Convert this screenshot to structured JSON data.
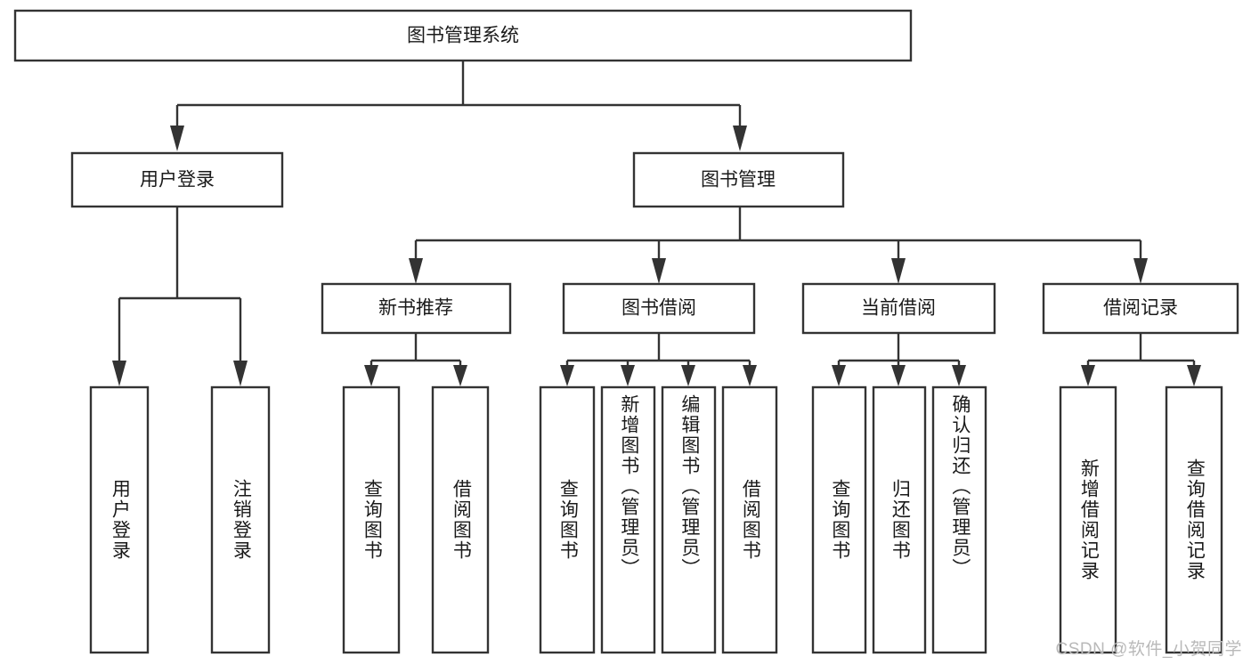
{
  "diagram": {
    "title": "图书管理系统",
    "type": "hierarchy-tree",
    "watermark": "CSDN @软件_小贺同学",
    "colors": {
      "box_stroke": "#333333",
      "box_fill": "#ffffff",
      "text": "#1a1a1a",
      "background": "#ffffff",
      "watermark": "#b9b9b9"
    },
    "levels": {
      "level1": [
        {
          "id": "root",
          "label": "图书管理系统"
        }
      ],
      "level2": [
        {
          "id": "user-login",
          "label": "用户登录",
          "parent": "root"
        },
        {
          "id": "book-manage",
          "label": "图书管理",
          "parent": "root"
        }
      ],
      "level3": [
        {
          "id": "new-book-rec",
          "label": "新书推荐",
          "parent": "book-manage"
        },
        {
          "id": "book-borrow",
          "label": "图书借阅",
          "parent": "book-manage"
        },
        {
          "id": "current-borrow",
          "label": "当前借阅",
          "parent": "book-manage"
        },
        {
          "id": "borrow-record",
          "label": "借阅记录",
          "parent": "book-manage"
        }
      ],
      "leaves": [
        {
          "id": "leaf-user-login",
          "label": "用户登录",
          "parent": "user-login"
        },
        {
          "id": "leaf-user-logout",
          "label": "注销登录",
          "parent": "user-login"
        },
        {
          "id": "leaf-rec-query",
          "label": "查询图书",
          "parent": "new-book-rec"
        },
        {
          "id": "leaf-rec-borrow",
          "label": "借阅图书",
          "parent": "new-book-rec"
        },
        {
          "id": "leaf-borrow-query",
          "label": "查询图书",
          "parent": "book-borrow"
        },
        {
          "id": "leaf-borrow-add",
          "label": "新增图书（管理员）",
          "parent": "book-borrow"
        },
        {
          "id": "leaf-borrow-edit",
          "label": "编辑图书（管理员）",
          "parent": "book-borrow"
        },
        {
          "id": "leaf-borrow-lend",
          "label": "借阅图书",
          "parent": "book-borrow"
        },
        {
          "id": "leaf-cur-query",
          "label": "查询图书",
          "parent": "current-borrow"
        },
        {
          "id": "leaf-cur-return",
          "label": "归还图书",
          "parent": "current-borrow"
        },
        {
          "id": "leaf-cur-confirm",
          "label": "确认归还（管理员）",
          "parent": "current-borrow"
        },
        {
          "id": "leaf-rec-add",
          "label": "新增借阅记录",
          "parent": "borrow-record"
        },
        {
          "id": "leaf-rec-query2",
          "label": "查询借阅记录",
          "parent": "borrow-record"
        }
      ]
    }
  }
}
